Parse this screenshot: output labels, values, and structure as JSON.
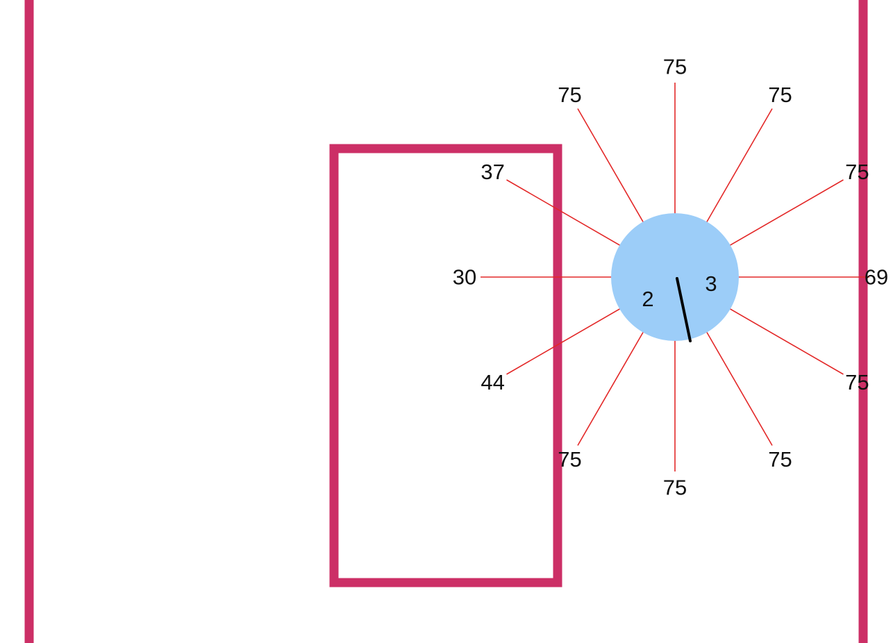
{
  "colors": {
    "wall": "#cc2f66",
    "robot": "#9ccdf8",
    "ray": "#e32828",
    "heading": "#000000",
    "text": "#111111"
  },
  "robot": {
    "region_labels": [
      "2",
      "3"
    ]
  },
  "sensor_rays": [
    {
      "angle_deg": 0,
      "reading": "69"
    },
    {
      "angle_deg": 30,
      "reading": "75"
    },
    {
      "angle_deg": 60,
      "reading": "75"
    },
    {
      "angle_deg": 90,
      "reading": "75"
    },
    {
      "angle_deg": 120,
      "reading": "75"
    },
    {
      "angle_deg": 150,
      "reading": "37"
    },
    {
      "angle_deg": 180,
      "reading": "30"
    },
    {
      "angle_deg": 210,
      "reading": "44"
    },
    {
      "angle_deg": 240,
      "reading": "75"
    },
    {
      "angle_deg": 270,
      "reading": "75"
    },
    {
      "angle_deg": 300,
      "reading": "75"
    },
    {
      "angle_deg": 330,
      "reading": "75"
    }
  ]
}
